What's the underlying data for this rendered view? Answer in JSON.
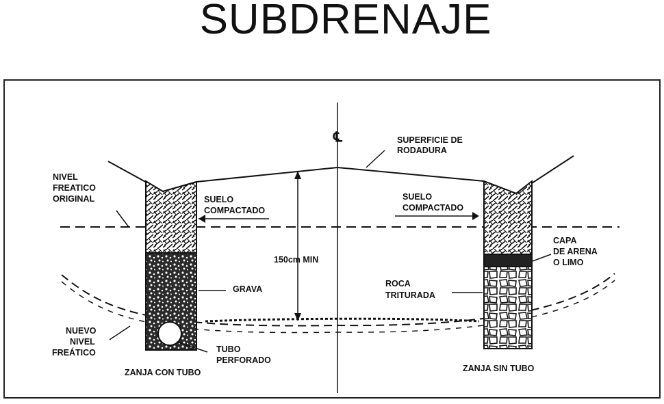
{
  "title": "SUBDRENAJE",
  "diagram": {
    "centerline_symbol": "℄",
    "labels": {
      "superficie": [
        "SUPERFICIE DE",
        "RODADURA"
      ],
      "nivel_original": [
        "NIVEL",
        "FREATICO",
        "ORIGINAL"
      ],
      "suelo_left": [
        "SUELO",
        "COMPACTADO"
      ],
      "suelo_right": [
        "SUELO",
        "COMPACTADO"
      ],
      "depth": "150cm MIN",
      "grava": "GRAVA",
      "roca": [
        "ROCA",
        "TRITURADA"
      ],
      "capa": [
        "CAPA",
        "DE ARENA",
        "O LIMO"
      ],
      "nuevo_nivel": [
        "NUEVO",
        "NIVEL",
        "FREÁTICO"
      ],
      "tubo": [
        "TUBO",
        "PERFORADO"
      ],
      "zanja_con": "ZANJA CON TUBO",
      "zanja_sin": "ZANJA SIN TUBO"
    }
  }
}
